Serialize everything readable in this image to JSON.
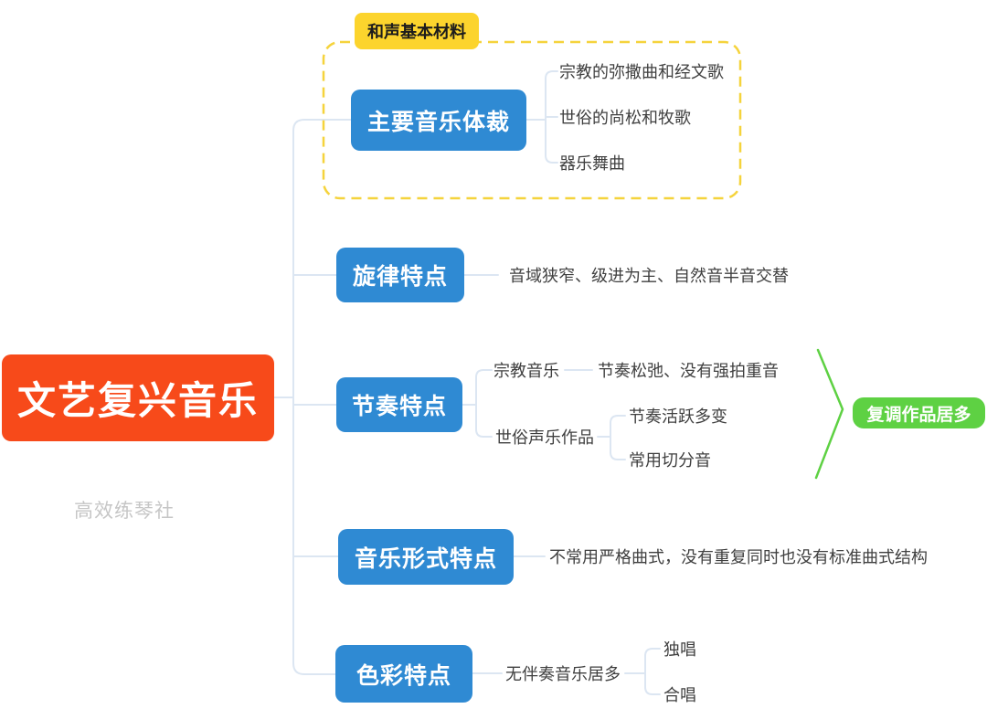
{
  "root": {
    "label": "文艺复兴音乐"
  },
  "watermark": "高效练琴社",
  "branches": [
    {
      "label": "主要音乐体裁",
      "boundary_label": "和声基本材料",
      "children": [
        "宗教的弥撒曲和经文歌",
        "世俗的尚松和牧歌",
        "器乐舞曲"
      ]
    },
    {
      "label": "旋律特点",
      "children": [
        "音域狭窄、级进为主、自然音半音交替"
      ]
    },
    {
      "label": "节奏特点",
      "children": [
        {
          "label": "宗教音乐",
          "children": [
            "节奏松弛、没有强拍重音"
          ]
        },
        {
          "label": "世俗声乐作品",
          "children": [
            "节奏活跃多变",
            "常用切分音"
          ]
        }
      ],
      "summary": "复调作品居多"
    },
    {
      "label": "音乐形式特点",
      "children": [
        "不常用严格曲式，没有重复同时也没有标准曲式结构"
      ]
    },
    {
      "label": "色彩特点",
      "children": [
        {
          "label": "无伴奏音乐居多",
          "children": [
            "独唱",
            "合唱"
          ]
        }
      ]
    }
  ],
  "colors": {
    "root_bg": "#f74a1a",
    "branch_bg": "#2f8ad3",
    "summary_bg": "#5ed143",
    "boundary_yellow": "#fcd42d",
    "boundary_dash": "#f5d33c",
    "connector": "#dce6f2",
    "leaf_text": "#3f3f3f",
    "watermark_text": "#c6c6c6"
  }
}
